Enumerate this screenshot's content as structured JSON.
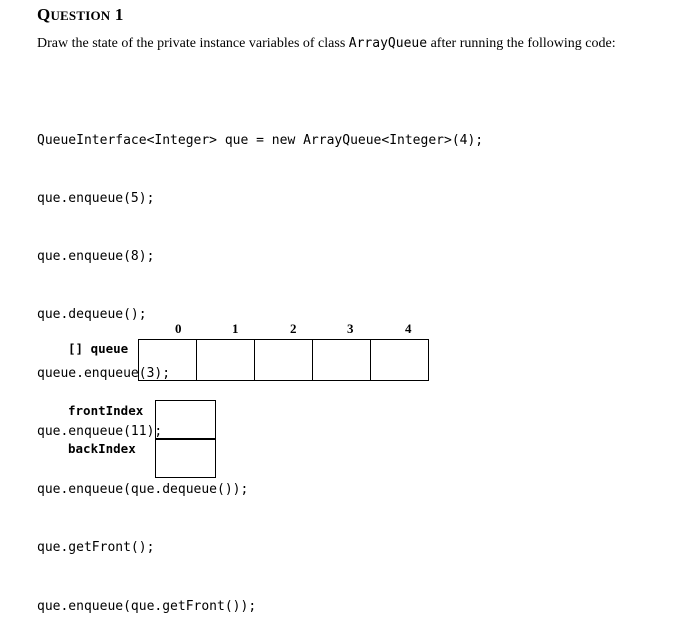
{
  "question": {
    "first": "Q",
    "rest": "UESTION",
    "number": "1"
  },
  "prompt": {
    "before": "Draw the state of the private instance variables of class ",
    "class_name": "ArrayQueue",
    "after": " after running the following code:"
  },
  "code_lines": [
    "QueueInterface<Integer> que = new ArrayQueue<Integer>(4);",
    "que.enqueue(5);",
    "que.enqueue(8);",
    "que.dequeue();",
    "queue.enqueue(3);",
    "que.enqueue(11);",
    "que.enqueue(que.dequeue());",
    "que.getFront();",
    "que.enqueue(que.getFront());"
  ],
  "diagram": {
    "indices": [
      "0",
      "1",
      "2",
      "3",
      "4"
    ],
    "queue_label": "[] queue",
    "front_label": "frontIndex",
    "back_label": "backIndex",
    "queue_cells": [
      "",
      "",
      "",
      "",
      ""
    ],
    "front_value": "",
    "back_value": ""
  }
}
